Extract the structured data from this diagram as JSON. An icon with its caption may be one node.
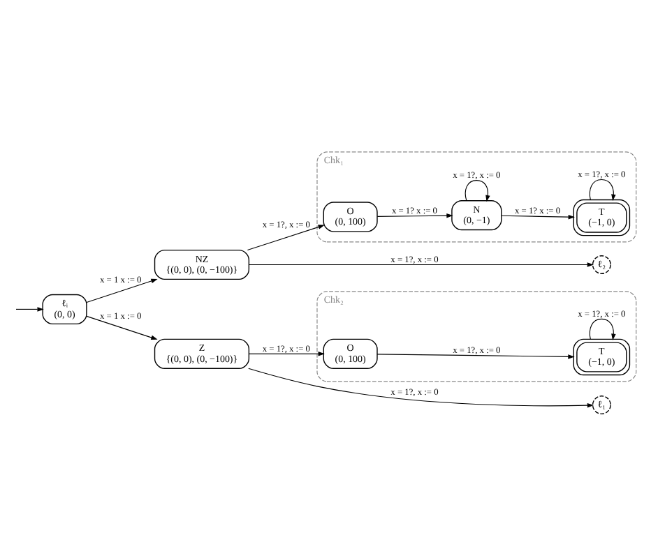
{
  "diagram": {
    "nodes": [
      {
        "text": [
          "Chk₁"
        ]
      },
      {
        "text": [
          "O",
          "(0, 100)"
        ],
        "in": 0
      },
      {
        "text": [
          "N",
          "(0, −1)"
        ],
        "in": 0
      },
      {
        "text": [
          "T",
          "(−1, 0)"
        ],
        "in": 0
      },
      {
        "text": [
          "NZ",
          "{(0, 0), (0, −100)}"
        ]
      },
      {
        "text": [
          "ℓ₂"
        ]
      },
      {
        "text": [
          "ℓᵢ",
          "(0, 0)"
        ]
      },
      {
        "text": [
          "Z",
          "{(0, 0), (0, −100)}"
        ]
      },
      {
        "text": [
          "ℓ₁"
        ]
      },
      {
        "text": [
          "Chk₂"
        ]
      },
      {
        "text": [
          "O",
          "(0, 100)"
        ],
        "in": 9
      },
      {
        "text": [
          "T",
          "(−1, 0)"
        ],
        "in": 9
      }
    ],
    "edges": [
      {
        "from": null,
        "to": 6,
        "arrow": "to"
      },
      {
        "from": 6,
        "to": 4,
        "arrow": "to",
        "label": "x = 1 x := 0"
      },
      {
        "from": 6,
        "to": 7,
        "arrow": "to",
        "label": "x = 1 x := 0"
      },
      {
        "from": 4,
        "to": 1,
        "arrow": "to",
        "label": "x = 1?, x := 0"
      },
      {
        "from": 1,
        "to": 2,
        "arrow": "to",
        "label": "x = 1? x := 0"
      },
      {
        "from": 2,
        "to": 2,
        "arrow": "to",
        "label": "x = 1?, x := 0"
      },
      {
        "from": 2,
        "to": 3,
        "arrow": "to",
        "label": "x = 1? x := 0"
      },
      {
        "from": 3,
        "to": 3,
        "arrow": "to",
        "label": "x = 1?, x := 0"
      },
      {
        "from": 4,
        "to": 5,
        "arrow": "to",
        "label": "x = 1?, x := 0"
      },
      {
        "from": 7,
        "to": 8,
        "arrow": "to",
        "label": "x = 1?, x := 0"
      },
      {
        "from": 7,
        "to": 10,
        "arrow": "to",
        "label": "x = 1?, x := 0"
      },
      {
        "from": 10,
        "to": 11,
        "arrow": "to",
        "label": "x = 1?, x := 0"
      },
      {
        "from": 11,
        "to": 11,
        "arrow": "to",
        "label": "x = 1?, x := 0"
      }
    ]
  }
}
